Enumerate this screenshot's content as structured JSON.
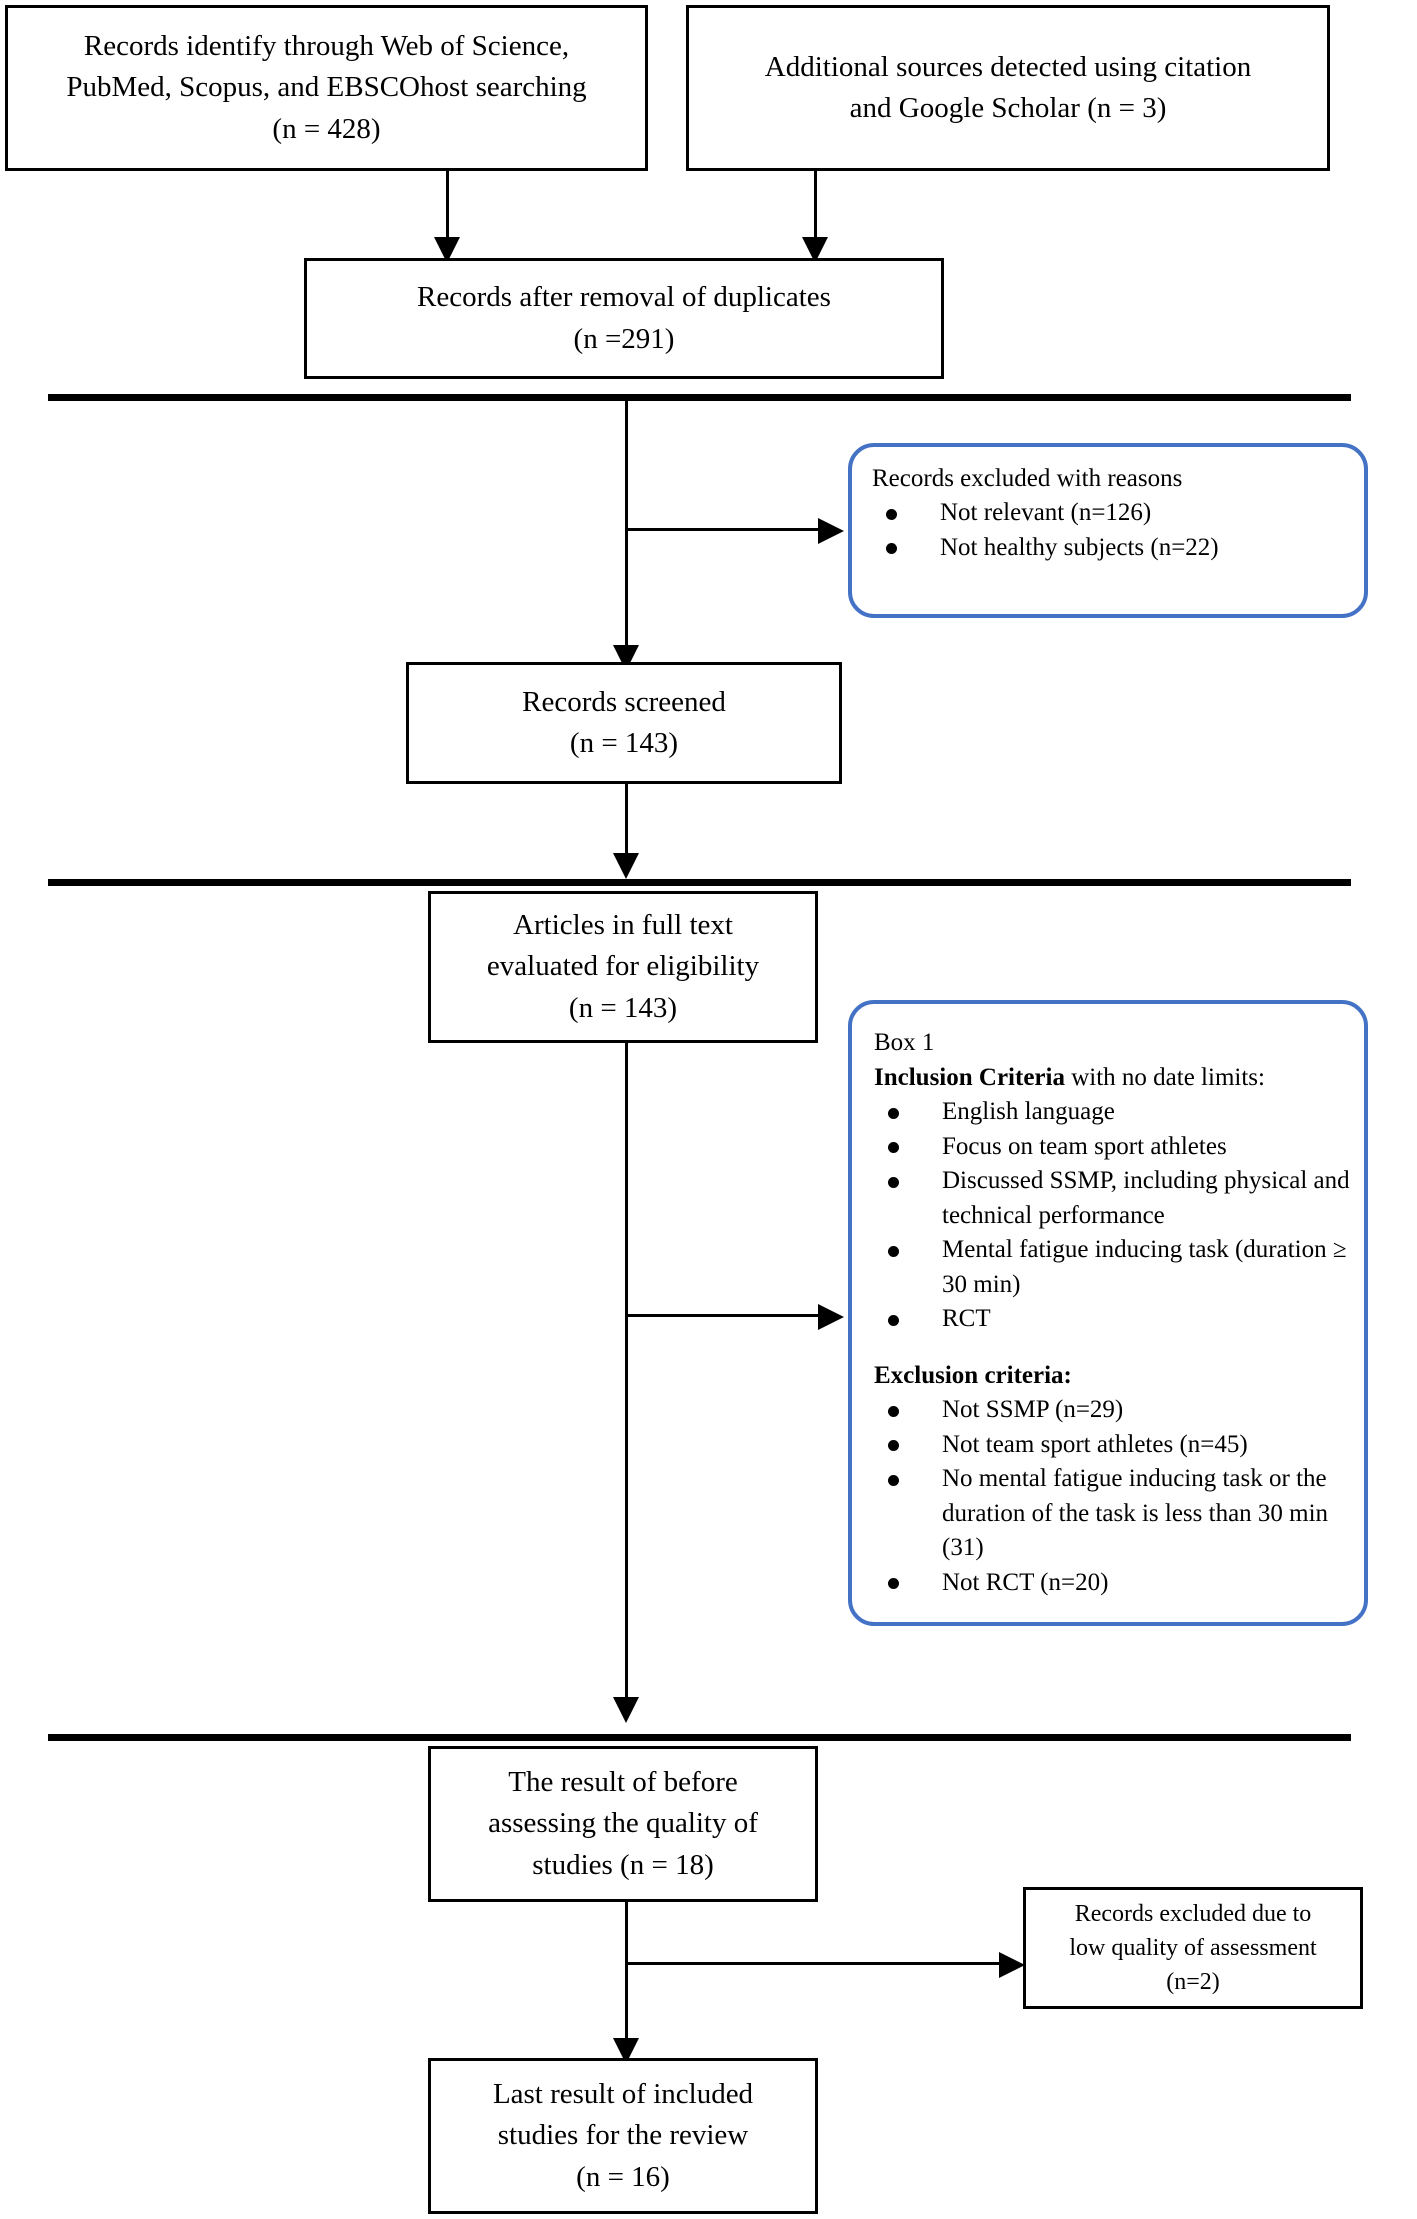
{
  "diagram": {
    "type": "prisma-flow-diagram",
    "accent_blue": "#4472C4",
    "line_color": "#000000",
    "background": "#ffffff"
  },
  "boxes": {
    "records_identified": "Records identify through Web of Science,\nPubMed, Scopus, and EBSCOhost searching\n(n = 428)",
    "additional_sources": "Additional sources detected using citation\nand Google Scholar (n = 3)",
    "after_duplicates": "Records after removal of duplicates\n(n =291)",
    "records_screened": "Records screened\n(n = 143)",
    "full_text": "Articles in full text\nevaluated for eligibility\n(n = 143)",
    "before_quality": "The result of before\nassessing the quality of\nstudies (n = 18)",
    "excluded_low_quality": "Records excluded due to\nlow quality of assessment\n(n=2)",
    "last_result": "Last result of included\nstudies for the review\n(n = 16)"
  },
  "excluded_callout": {
    "title": "Records excluded with reasons",
    "items": [
      "Not relevant (n=126)",
      "Not healthy subjects (n=22)"
    ]
  },
  "criteria_callout": {
    "box_label": "Box 1",
    "inclusion_heading_bold": "Inclusion Criteria",
    "inclusion_heading_rest": " with no date limits:",
    "inclusion_items": [
      "English language",
      "Focus on team sport athletes",
      "Discussed SSMP, including physical and technical performance",
      "Mental fatigue inducing task (duration ≥ 30 min)",
      "RCT"
    ],
    "exclusion_heading": "Exclusion criteria:",
    "exclusion_items": [
      "Not SSMP (n=29)",
      "Not team sport athletes (n=45)",
      "No mental fatigue inducing task or the duration of the task is less than 30 min (31)",
      "Not RCT (n=20)"
    ]
  }
}
